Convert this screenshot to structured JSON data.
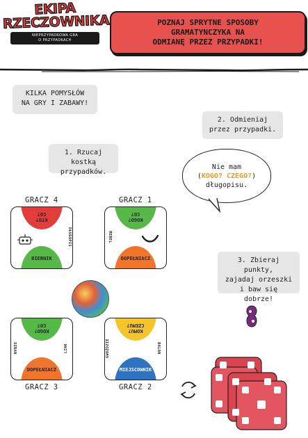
{
  "logo": {
    "title_line1": "EKIPA",
    "title_line2": "RZECZOWNIKA",
    "subtitle": "NIEPRZYPADKOWA GRA\nO PRZYPADKACH"
  },
  "banner": {
    "text": "POZNAJ SPRYTNE SPOSOBY\nGRAMATYNCZYKA NA\nODMIANĘ PRZEZ PRZYPADKI!"
  },
  "ideas": {
    "text": "KILKA POMYSŁÓW\nNA GRY I ZABAWY!"
  },
  "steps": {
    "step1": "1. Rzucaj kostką\nprzypadków.",
    "step2": "2. Odmieniaj\nprzez przypadki.",
    "step3": "3. Zbieraj punkty,\nzajadaj orzeszki\ni baw się dobrze!"
  },
  "speech": {
    "line1": "Nie mam",
    "open": "(",
    "highlight": "KOGO? CZEGO?",
    "close": ")",
    "line3": "długopisu."
  },
  "players": {
    "p1": "GRACZ 1",
    "p2": "GRACZ 2",
    "p3": "GRACZ 3",
    "p4": "GRACZ 4"
  },
  "cards": [
    {
      "id": "p4",
      "top_text": "KTO?\nCO?",
      "case": "BIERNIK",
      "side": "DŁUGOPIS",
      "top_color": "#e33d3b",
      "bot_color": "#56b846"
    },
    {
      "id": "p1",
      "top_text": "KOGO?\nCO?",
      "case": "DOPEŁNIACZ",
      "side": "MEBEL",
      "top_color": "#56b846",
      "bot_color": "#f0752a"
    },
    {
      "id": "p3",
      "top_text": "KOGO?\nCO?",
      "case": "DOPEŁNIACZ",
      "side_left": "DZBAN",
      "side_right": "LINK",
      "top_color": "#56b846",
      "bot_color": "#f0752a"
    },
    {
      "id": "p2",
      "top_text": "KOMU?\nCZEMU?",
      "case": "MIEJSCOWNIK",
      "side_left": "GWOŹDZIE",
      "side_right": "BALON",
      "top_color": "#f4c52a",
      "bot_color": "#2e73c2"
    }
  ],
  "colors": {
    "accent_red": "#e7524f",
    "bubble_gray": "#e6e6e6",
    "highlight_orange": "#e99a22"
  },
  "icons": [
    "robot-icon",
    "banana-icon",
    "dice-icon",
    "peanut-icon",
    "rotate-arrows-icon",
    "card-stack-icon"
  ]
}
